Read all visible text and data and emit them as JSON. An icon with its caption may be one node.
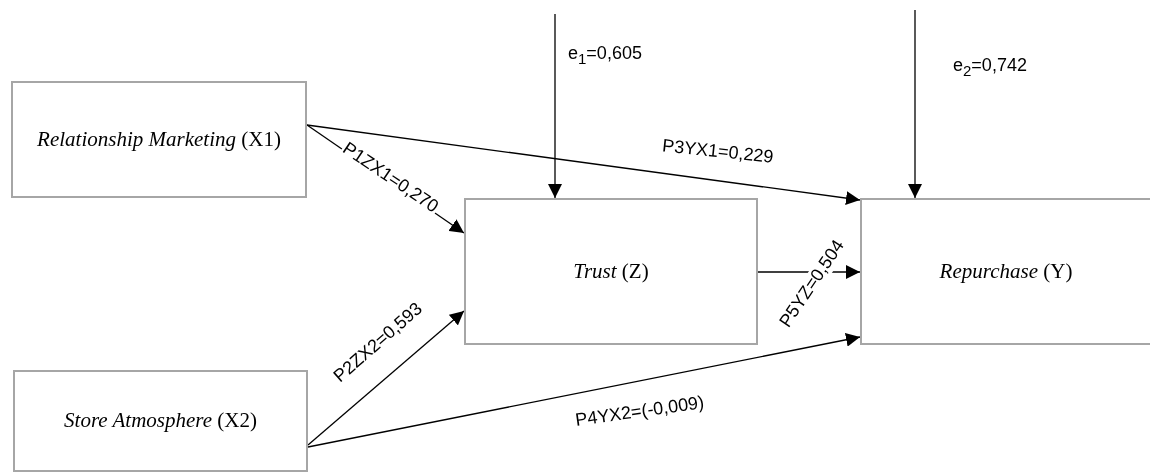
{
  "diagram": {
    "nodes": [
      {
        "text": [
          "*Relationship Marketing* (X1)"
        ]
      },
      {
        "text": [
          "*Store Atmosphere* (X2)"
        ]
      },
      {
        "text": [
          "*Trust* (Z)"
        ]
      },
      {
        "text": [
          "*Repurchase* (Y)"
        ]
      }
    ],
    "edges": [
      {
        "from": 0,
        "to": 2,
        "arrow": "to",
        "label": "P1ZX1=0,270"
      },
      {
        "from": 1,
        "to": 2,
        "arrow": "to",
        "label": "P2ZX2=0,593"
      },
      {
        "from": 0,
        "to": 3,
        "arrow": "to",
        "label": "P3YX1=0,229"
      },
      {
        "from": 1,
        "to": 3,
        "arrow": "to",
        "label": "P4YX2=(-0,009)"
      },
      {
        "from": 2,
        "to": 3,
        "arrow": "to",
        "label": "P5YZ=0,504"
      },
      {
        "from": null,
        "to": 2,
        "arrow": "to",
        "label": "e$_{1}$=0,605"
      },
      {
        "from": null,
        "to": 3,
        "arrow": "to",
        "label": "e$_{2}$=0,742"
      }
    ]
  }
}
